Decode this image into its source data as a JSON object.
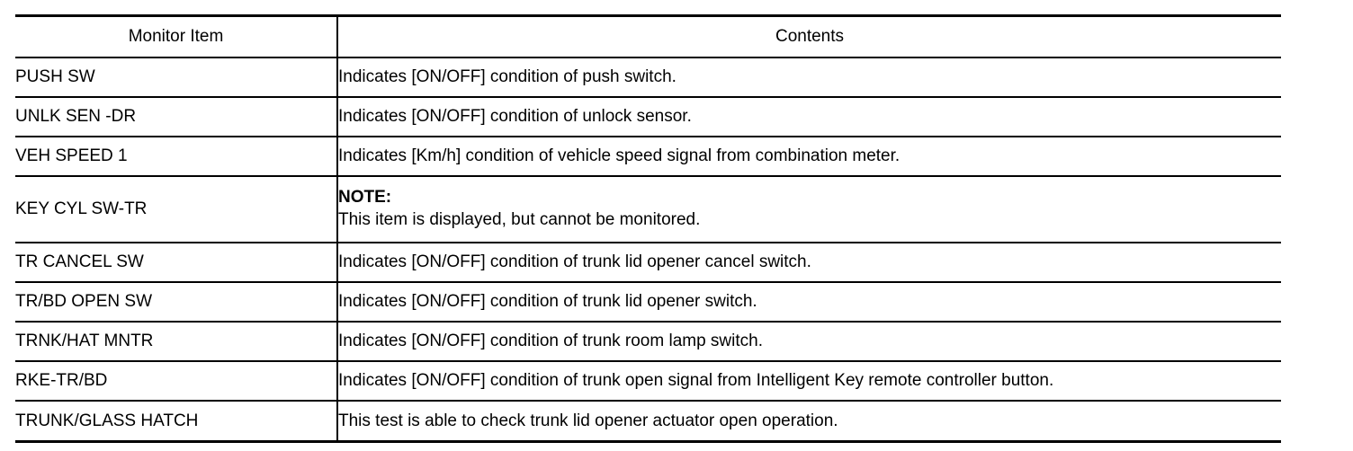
{
  "table": {
    "columns": [
      {
        "key": "monitor_item",
        "header": "Monitor Item"
      },
      {
        "key": "contents",
        "header": "Contents"
      }
    ],
    "rows": [
      {
        "monitor_item": "PUSH SW",
        "contents": "Indicates [ON/OFF] condition of push switch."
      },
      {
        "monitor_item": "UNLK SEN -DR",
        "contents": "Indicates [ON/OFF] condition of unlock sensor."
      },
      {
        "monitor_item": "VEH SPEED 1",
        "contents": "Indicates [Km/h] condition of vehicle speed signal from combination meter."
      },
      {
        "monitor_item": "KEY CYL SW-TR",
        "note_label": "NOTE:",
        "note_text": "This item is displayed, but cannot be monitored."
      },
      {
        "monitor_item": "TR CANCEL SW",
        "contents": "Indicates [ON/OFF] condition of trunk lid opener cancel switch."
      },
      {
        "monitor_item": "TR/BD OPEN SW",
        "contents": "Indicates [ON/OFF] condition of trunk lid opener switch."
      },
      {
        "monitor_item": "TRNK/HAT MNTR",
        "contents": "Indicates [ON/OFF] condition of trunk room lamp switch."
      },
      {
        "monitor_item": "RKE-TR/BD",
        "contents": "Indicates [ON/OFF] condition of trunk open signal from Intelligent Key remote controller button."
      },
      {
        "monitor_item": "TRUNK/GLASS HATCH",
        "contents": "This test is able to check trunk lid opener actuator open operation."
      }
    ]
  }
}
